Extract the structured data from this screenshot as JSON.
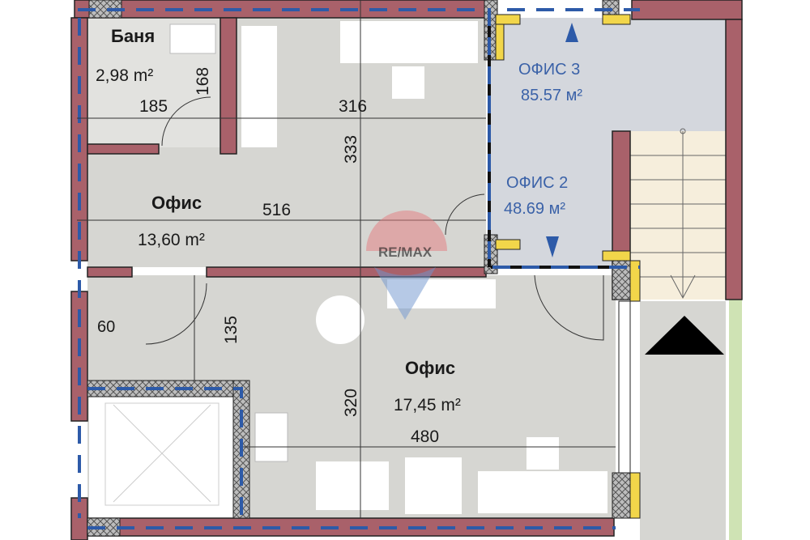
{
  "rooms": [
    {
      "name": "Баня",
      "area": "2,98 m²"
    },
    {
      "name": "Офис",
      "area": "13,60 m²"
    },
    {
      "name": "Офис",
      "area": "17,45 m²"
    }
  ],
  "units": [
    {
      "name": "ОФИС 3",
      "area": "85.57 м²"
    },
    {
      "name": "ОФИС 2",
      "area": "48.69 м²"
    }
  ],
  "dimensions": {
    "bath_height": "168",
    "bath_width": "185",
    "office1_width_top": "316",
    "office1_height": "333",
    "office1_width": "516",
    "closet_width": "60",
    "hall_height": "135",
    "office2_height": "320",
    "office2_width": "480"
  },
  "watermark": "RE/MAX",
  "colors": {
    "wall": "#a9616a",
    "floor": "#d6d6d2",
    "unit_floor": "#d4d7dd",
    "unit_line": "#2d5aa8",
    "stairs": "#f6eedc",
    "insulation": "#f2d64a",
    "green": "#cfe3b4"
  }
}
